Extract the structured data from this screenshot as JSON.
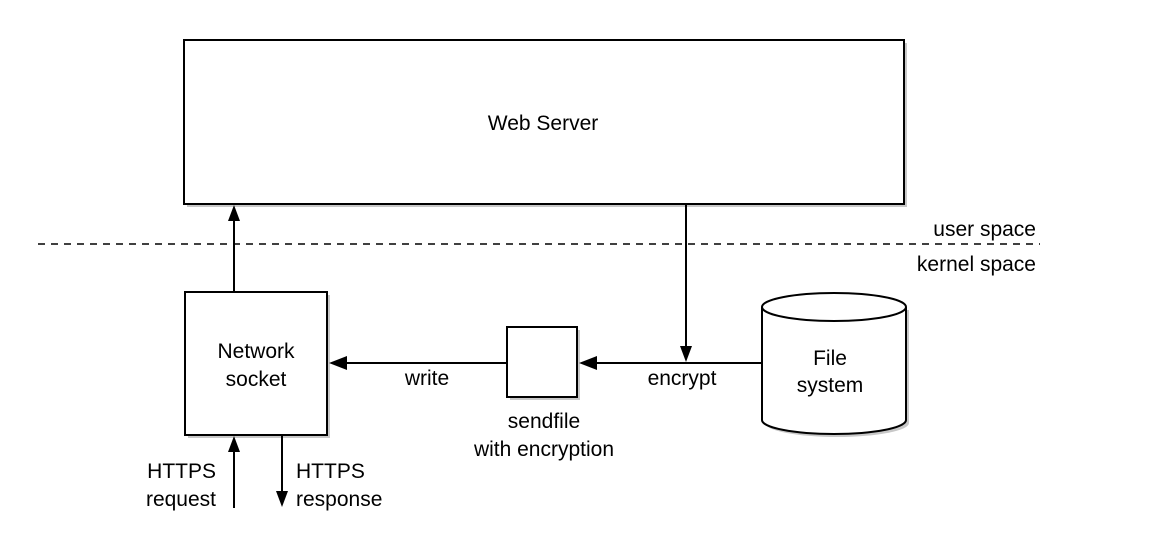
{
  "nodes": {
    "web_server": "Web Server",
    "network_socket": [
      "Network",
      "socket"
    ],
    "sendfile": [
      "sendfile",
      "with encryption"
    ],
    "file_system": [
      "File",
      "system"
    ]
  },
  "regions": {
    "user_space": "user space",
    "kernel_space": "kernel space"
  },
  "edges": {
    "write": "write",
    "encrypt": "encrypt",
    "https_request": [
      "HTTPS",
      "request"
    ],
    "https_response": [
      "HTTPS",
      "response"
    ]
  }
}
